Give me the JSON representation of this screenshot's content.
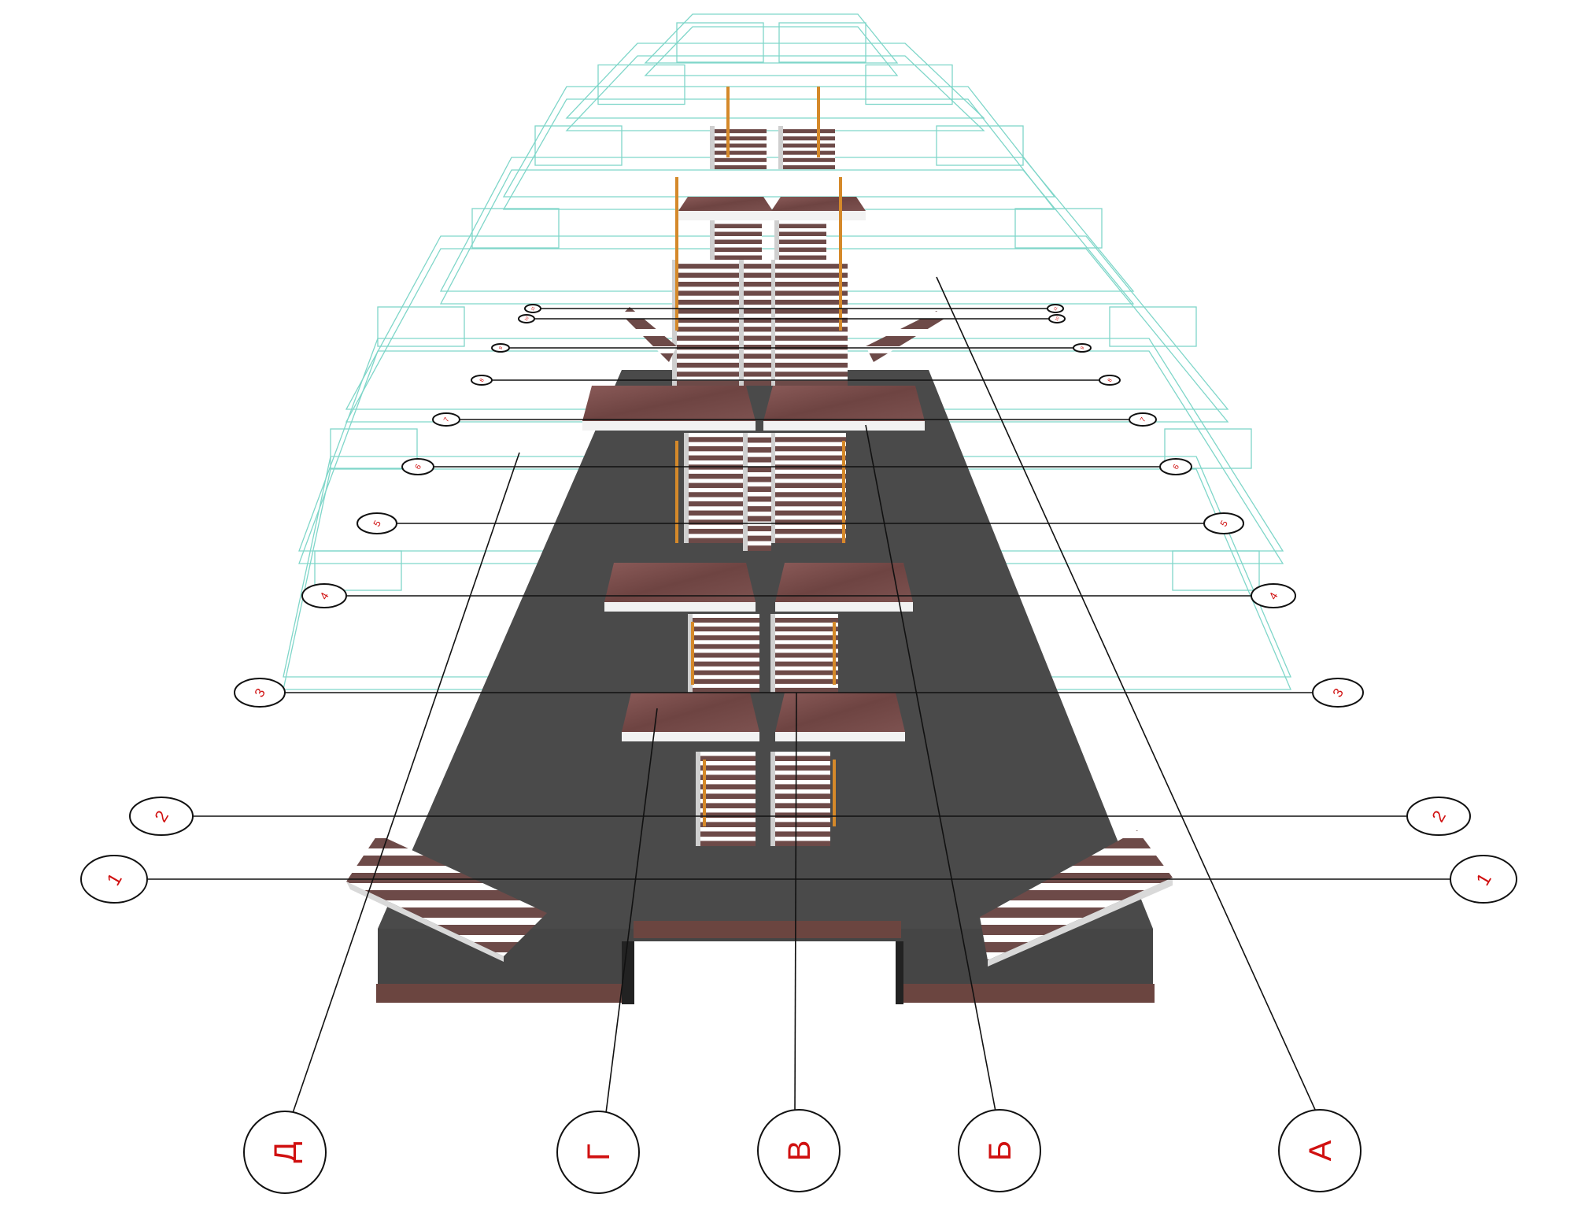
{
  "colors": {
    "axis_text": "#d01010",
    "leader": "#111111",
    "wireframe": "#7fd6c9",
    "slab": "#4a4a4a",
    "granite": "#7a4e4c",
    "tread": "#ffffff",
    "handrail": "#d5892a"
  },
  "grid_axes": {
    "numeric": [
      "1",
      "2",
      "3",
      "4",
      "5",
      "6",
      "7",
      "8",
      "9",
      "10",
      "11"
    ],
    "letters": [
      "Д",
      "Г",
      "В",
      "Б",
      "А"
    ]
  }
}
